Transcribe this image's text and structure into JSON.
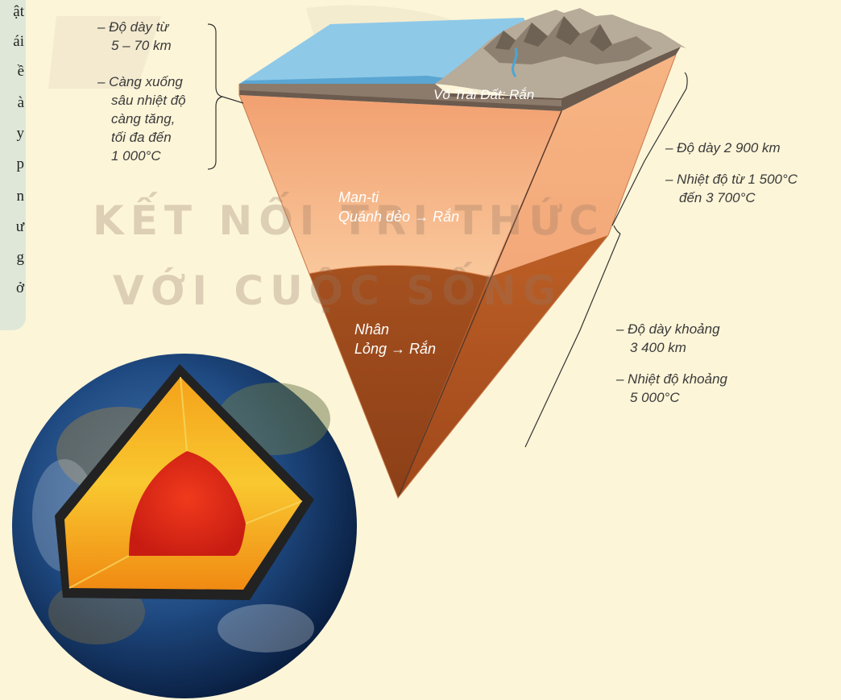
{
  "sidebar": {
    "fragments": [
      "ật",
      "ái",
      "ề",
      "à",
      "y",
      "p",
      "n",
      "ư",
      "g",
      "ở"
    ]
  },
  "crust": {
    "label": "Vỏ Trái Đất: Rắn",
    "notes": [
      "– Độ dày từ",
      "5 – 70 km",
      "– Càng xuống",
      "sâu nhiệt độ",
      "càng tăng,",
      "tối đa đến",
      "1 000°C"
    ]
  },
  "mantle": {
    "label": [
      "Man-ti",
      "Quánh dẻo → Rắn"
    ],
    "notes": [
      "– Độ dày 2 900 km",
      "– Nhiệt độ từ 1 500°C",
      "đến 3 700°C"
    ]
  },
  "core": {
    "label": [
      "Nhân",
      "Lỏng → Rắn"
    ],
    "notes": [
      "– Độ dày khoảng",
      "3 400 km",
      "– Nhiệt độ khoảng",
      "5 000°C"
    ]
  },
  "watermark": {
    "line1": "KẾT NỐI TRI THỨC",
    "line2": "VỚI CUỘC SỐNG"
  },
  "colors": {
    "background": "#fdf5d8",
    "ocean": "#8ec9e8",
    "mantle": "#f6b07c",
    "core": "#9c4a1d",
    "globe_core": "#e02a1a"
  }
}
